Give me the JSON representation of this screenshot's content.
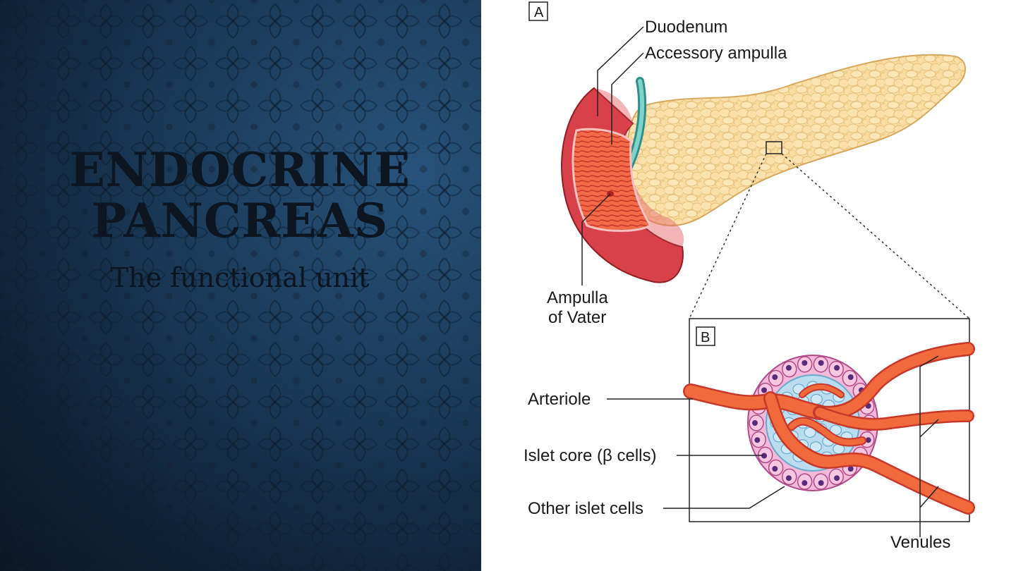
{
  "slide": {
    "title_line1": "ENDOCRINE",
    "title_line2": "PANCREAS",
    "subtitle": "The functional unit"
  },
  "figure": {
    "panel_a_label": "A",
    "panel_b_label": "B",
    "labels": {
      "duodenum": "Duodenum",
      "accessory_ampulla": "Accessory ampulla",
      "ampulla_line1": "Ampulla",
      "ampulla_line2": "of Vater",
      "arteriole": "Arteriole",
      "islet_core": "Islet core (β cells)",
      "other_islet_cells": "Other islet cells",
      "venules": "Venules"
    }
  },
  "colors": {
    "background_dark": "#1b3b5a",
    "pancreas_fill": "#f9dca0",
    "duodenum_fill": "#d9414a",
    "vessel_fill": "#f06a3c",
    "islet_pink": "#f4b8d8",
    "islet_blue": "#b9dcef"
  }
}
